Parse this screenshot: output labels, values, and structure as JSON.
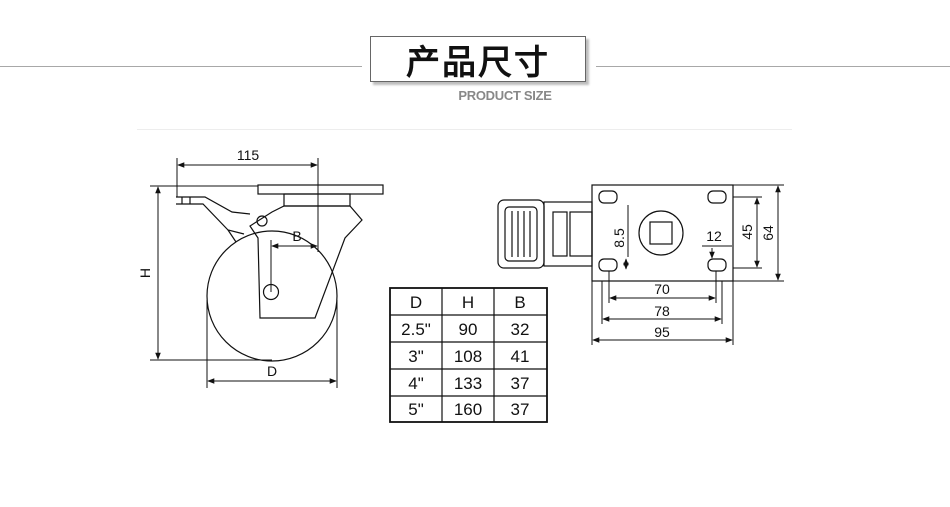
{
  "header": {
    "title": "产品尺寸",
    "subtitle": "PRODUCT SIZE"
  },
  "side_view": {
    "width_label": "115",
    "height_label": "H",
    "offset_label": "B",
    "diameter_label": "D"
  },
  "top_view": {
    "hole_label": "8.5",
    "slot_label": "12",
    "inner_height_label": "45",
    "outer_height_label": "64",
    "hole_span_label": "70",
    "slot_span_label": "78",
    "plate_width_label": "95"
  },
  "size_table": {
    "headers": [
      "D",
      "H",
      "B"
    ],
    "rows": [
      [
        "2.5\"",
        "90",
        "32"
      ],
      [
        "3\"",
        "108",
        "41"
      ],
      [
        "4\"",
        "133",
        "37"
      ],
      [
        "5\"",
        "160",
        "37"
      ]
    ]
  }
}
